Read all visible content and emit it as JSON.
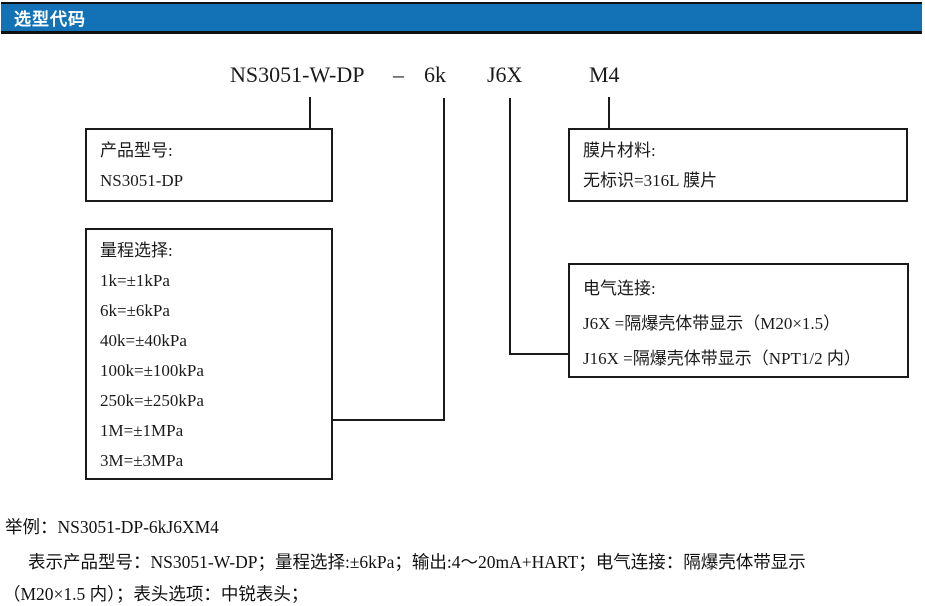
{
  "header": {
    "title": "选型代码",
    "accent_color": "#1272B5"
  },
  "code_line": {
    "model": "NS3051-W-DP",
    "dash": "–",
    "range_code": "6k",
    "electrical_code": "J6X",
    "display_code": "M4"
  },
  "boxes": {
    "product": {
      "title": "产品型号:",
      "line1": "NS3051-DP"
    },
    "range": {
      "title": "量程选择:",
      "lines": [
        "1k=±1kPa",
        "6k=±6kPa",
        "40k=±40kPa",
        "100k=±100kPa",
        "250k=±250kPa",
        "1M=±1MPa",
        "3M=±3MPa"
      ]
    },
    "membrane": {
      "title": "膜片材料:",
      "line1": "无标识=316L 膜片"
    },
    "electrical": {
      "title": "电气连接:",
      "lines": [
        "J6X =隔爆壳体带显示（M20×1.5）",
        "J16X =隔爆壳体带显示（NPT1/2 内）"
      ]
    }
  },
  "example": {
    "line1": "举例：NS3051-DP-6kJ6XM4",
    "line2": "表示产品型号：NS3051-W-DP；量程选择:±6kPa；输出:4～20mA+HART；电气连接：隔爆壳体带显示",
    "line3": "（M20×1.5 内）；表头选项：中锐表头；"
  }
}
